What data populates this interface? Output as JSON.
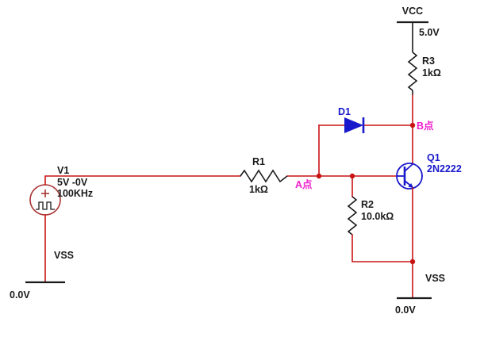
{
  "diagram": {
    "type": "circuit-schematic",
    "power_rail": {
      "label": "VCC",
      "value": "5.0V"
    },
    "grounds": {
      "left": {
        "label": "VSS",
        "value": "0.0V"
      },
      "right": {
        "label": "VSS",
        "value": "0.0V"
      }
    },
    "components": {
      "v1": {
        "ref": "V1",
        "value": "5V -0V",
        "frequency": "100KHz",
        "type": "clock-voltage-source"
      },
      "r1": {
        "ref": "R1",
        "value": "1kΩ",
        "type": "resistor"
      },
      "r2": {
        "ref": "R2",
        "value": "10.0kΩ",
        "type": "resistor"
      },
      "r3": {
        "ref": "R3",
        "value": "1kΩ",
        "type": "resistor"
      },
      "d1": {
        "ref": "D1",
        "type": "diode"
      },
      "q1": {
        "ref": "Q1",
        "value": "2N2222",
        "type": "npn-transistor"
      }
    },
    "nodes": {
      "a": {
        "label": "A点"
      },
      "b": {
        "label": "B点"
      }
    },
    "colors": {
      "wire": "#c81414",
      "component": "#1a1a1a",
      "semiconductor": "#1818cc",
      "node_label": "#ee22cc",
      "source_outline": "#aa3333",
      "background": "#ffffff"
    }
  }
}
